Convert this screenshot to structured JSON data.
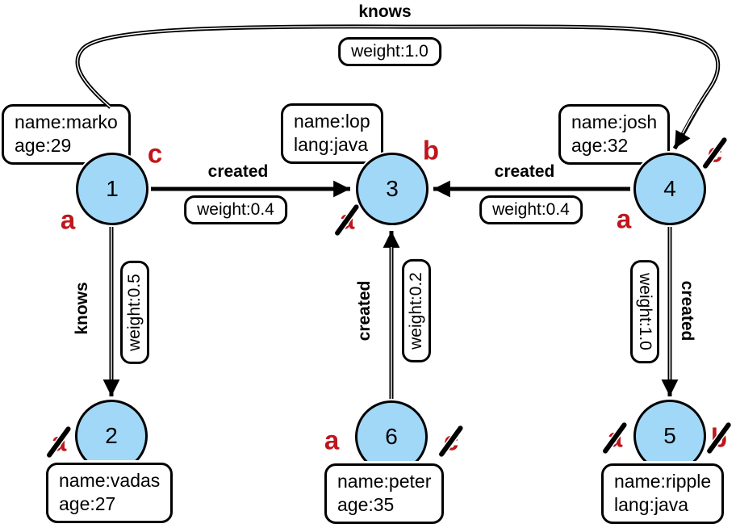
{
  "graph": {
    "vertices": {
      "v1": {
        "id": "1",
        "prop1": "name:marko",
        "prop2": "age:29"
      },
      "v2": {
        "id": "2",
        "prop1": "name:vadas",
        "prop2": "age:27"
      },
      "v3": {
        "id": "3",
        "prop1": "name:lop",
        "prop2": "lang:java"
      },
      "v4": {
        "id": "4",
        "prop1": "name:josh",
        "prop2": "age:32"
      },
      "v5": {
        "id": "5",
        "prop1": "name:ripple",
        "prop2": "lang:java"
      },
      "v6": {
        "id": "6",
        "prop1": "name:peter",
        "prop2": "age:35"
      }
    },
    "edges": {
      "e1_3": {
        "from": "1",
        "to": "3",
        "label": "created",
        "weight": "weight:0.4"
      },
      "e4_3": {
        "from": "4",
        "to": "3",
        "label": "created",
        "weight": "weight:0.4"
      },
      "e1_2": {
        "from": "1",
        "to": "2",
        "label": "knows",
        "weight": "weight:0.5"
      },
      "e6_3": {
        "from": "6",
        "to": "3",
        "label": "created",
        "weight": "weight:0.2"
      },
      "e4_5": {
        "from": "4",
        "to": "5",
        "label": "created",
        "weight": "weight:1.0"
      },
      "e1_4": {
        "from": "1",
        "to": "4",
        "label": "knows",
        "weight": "weight:1.0"
      }
    },
    "marks": {
      "v1_c": {
        "letter": "c",
        "struck": false
      },
      "v1_a": {
        "letter": "a",
        "struck": false
      },
      "v3_b": {
        "letter": "b",
        "struck": false
      },
      "v3_a": {
        "letter": "a",
        "struck": true
      },
      "v4_c": {
        "letter": "c",
        "struck": true
      },
      "v4_a": {
        "letter": "a",
        "struck": false
      },
      "v2_a": {
        "letter": "a",
        "struck": true
      },
      "v6_a": {
        "letter": "a",
        "struck": false
      },
      "v6_c": {
        "letter": "c",
        "struck": true
      },
      "v5_a": {
        "letter": "a",
        "struck": true
      },
      "v5_b": {
        "letter": "b",
        "struck": true
      }
    },
    "colors": {
      "vertex_fill": "#A2D8F7",
      "vertex_border": "#000000",
      "edge_color": "#000000",
      "mark_red": "#C0151C"
    }
  }
}
